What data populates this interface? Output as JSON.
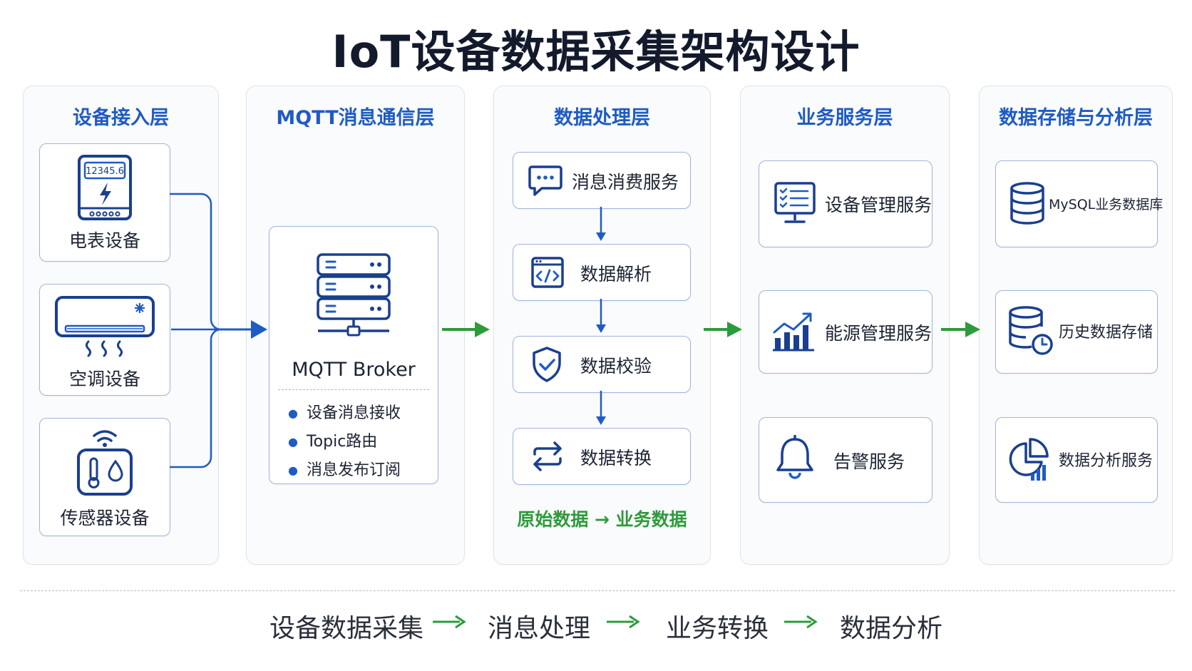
{
  "title": "IoT设备数据采集架构设计",
  "layers": {
    "device": {
      "title": "设备接入层",
      "items": [
        "电表设备",
        "空调设备",
        "传感器设备"
      ],
      "meter_reading": "12345.6"
    },
    "mqtt": {
      "title": "MQTT消息通信层",
      "broker": "MQTT Broker",
      "features": [
        "设备消息接收",
        "Topic路由",
        "消息发布订阅"
      ]
    },
    "processing": {
      "title": "数据处理层",
      "steps": [
        "消息消费服务",
        "数据解析",
        "数据校验",
        "数据转换"
      ],
      "note": "原始数据 → 业务数据"
    },
    "service": {
      "title": "业务服务层",
      "items": [
        "设备管理服务",
        "能源管理服务",
        "告警服务"
      ]
    },
    "storage": {
      "title": "数据存储与分析层",
      "items": [
        "MySQL业务数据库",
        "历史数据存储",
        "数据分析服务"
      ]
    }
  },
  "flow": [
    "设备数据采集",
    "消息处理",
    "业务转换",
    "数据分析"
  ],
  "colors": {
    "blue": "#1f5bc4",
    "navy": "#1a3f8f",
    "green": "#2e9a3c",
    "border": "#9fb6dd"
  },
  "icons": {
    "meter": "electric-meter-icon",
    "ac": "air-conditioner-icon",
    "sensor": "sensor-icon",
    "server": "server-rack-icon",
    "chat": "chat-bubble-icon",
    "code": "code-window-icon",
    "shield": "shield-check-icon",
    "swap": "swap-arrows-icon",
    "monitor": "checklist-monitor-icon",
    "energy": "bar-chart-growth-icon",
    "bell": "bell-icon",
    "database": "database-icon",
    "history": "database-clock-icon",
    "analysis": "pie-chart-icon"
  }
}
